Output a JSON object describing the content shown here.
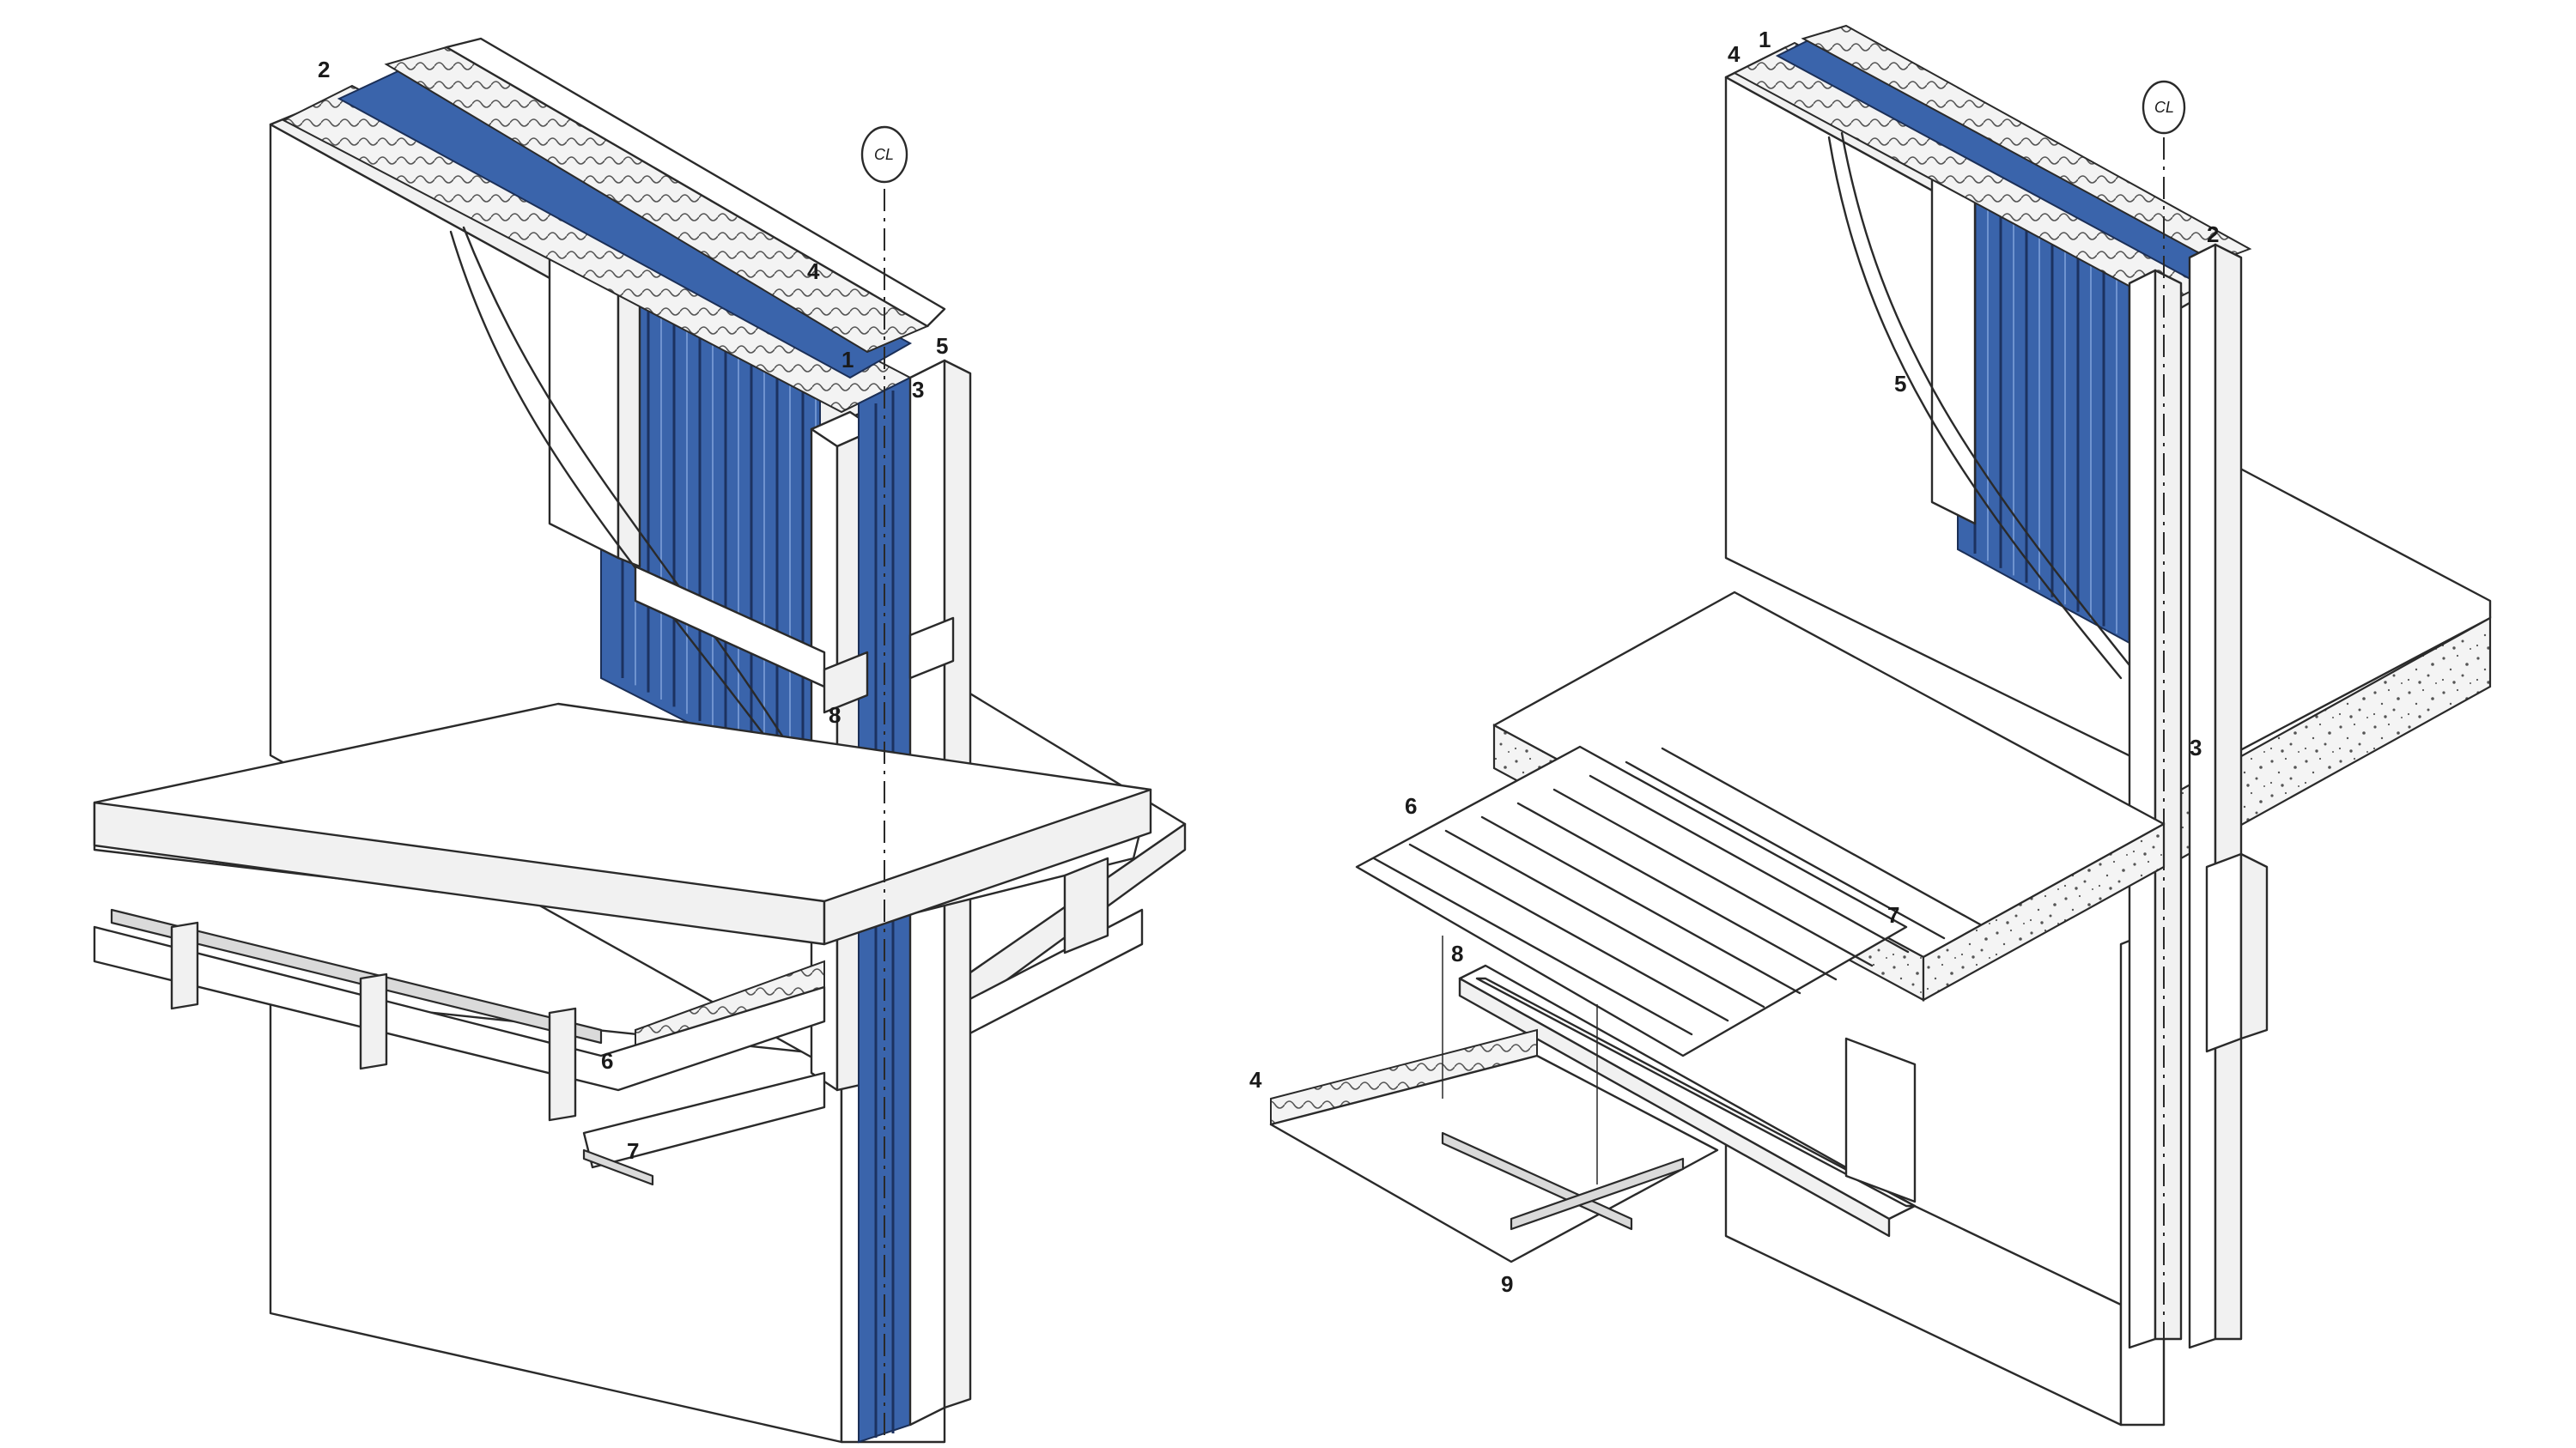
{
  "left_detail": {
    "callouts": [
      {
        "id": "1",
        "label": "1"
      },
      {
        "id": "2",
        "label": "2"
      },
      {
        "id": "3",
        "label": "3"
      },
      {
        "id": "4",
        "label": "4"
      },
      {
        "id": "5",
        "label": "5"
      },
      {
        "id": "6",
        "label": "6"
      },
      {
        "id": "7",
        "label": "7"
      },
      {
        "id": "8",
        "label": "8"
      }
    ],
    "centerline_label": "CL"
  },
  "right_detail": {
    "callouts": [
      {
        "id": "1",
        "label": "1"
      },
      {
        "id": "2",
        "label": "2"
      },
      {
        "id": "3",
        "label": "3"
      },
      {
        "id": "4",
        "label": "4"
      },
      {
        "id": "4b",
        "label": "4"
      },
      {
        "id": "5",
        "label": "5"
      },
      {
        "id": "6",
        "label": "6"
      },
      {
        "id": "7",
        "label": "7"
      },
      {
        "id": "8",
        "label": "8"
      },
      {
        "id": "9",
        "label": "9"
      }
    ],
    "centerline_label": "CL"
  },
  "colors": {
    "insulation_blue": "#3a64ab",
    "line": "#2a2a2a",
    "background": "#ffffff"
  }
}
